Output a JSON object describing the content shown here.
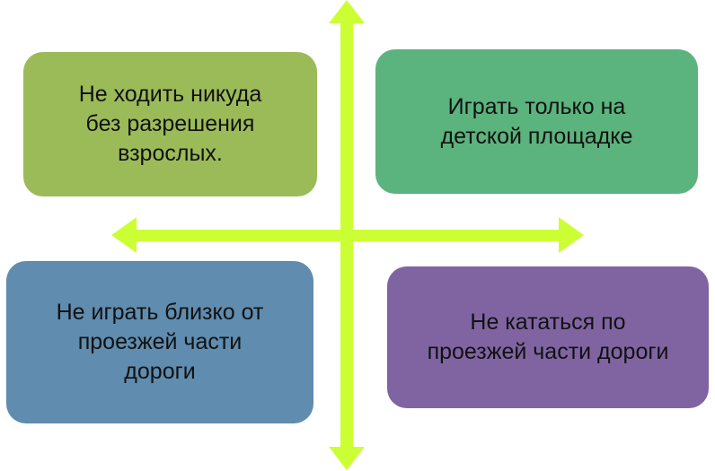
{
  "diagram": {
    "axis_color": "#ccff33",
    "boxes": [
      {
        "id": "top-left",
        "text": "Не ходить никуда\nбез разрешения\nвзрослых.",
        "color": "#9bbb59"
      },
      {
        "id": "top-right",
        "text": "Играть только на\nдетской площадке",
        "color": "#5bb37d"
      },
      {
        "id": "bottom-left",
        "text": "Не играть близко от\nпроезжей части\nдороги",
        "color": "#5f8caf"
      },
      {
        "id": "bottom-right",
        "text": "Не кататься по\nпроезжей части дороги",
        "color": "#8064a2"
      }
    ]
  }
}
